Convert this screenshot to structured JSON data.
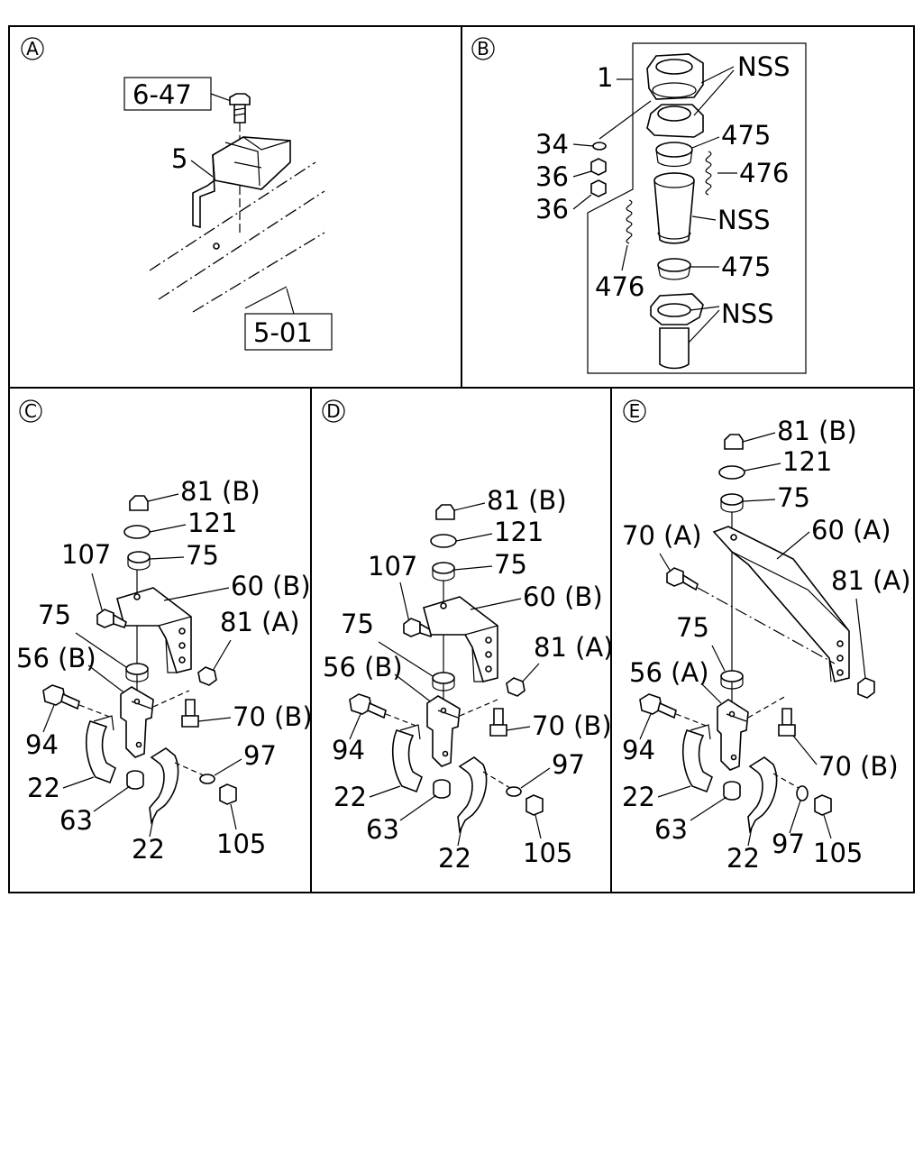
{
  "panels": {
    "a": {
      "marker": "A",
      "refs": {
        "top": "6-47",
        "bottom": "5-01"
      },
      "callouts": {
        "bracket": "5"
      }
    },
    "b": {
      "marker": "B",
      "callouts": {
        "assembly": "1",
        "washer": "34",
        "nut_upper": "36",
        "nut_lower": "36",
        "nss_top": "NSS",
        "ring_upper": "475",
        "spring_right": "476",
        "nss_mid": "NSS",
        "ring_lower": "475",
        "spring_left": "476",
        "nss_bottom": "NSS"
      }
    },
    "c": {
      "marker": "C",
      "callouts": {
        "nut_top": "81 (B)",
        "washer_121": "121",
        "washer_75_top": "75",
        "bolt_107": "107",
        "bracket": "60 (B)",
        "washer_75": "75",
        "nut_side": "81 (A)",
        "clamp": "56 (B)",
        "bolt_70": "70 (B)",
        "bolt_94": "94",
        "washer_97": "97",
        "clip_left": "22",
        "spacer_63": "63",
        "nut_105": "105",
        "clip_bottom": "22"
      }
    },
    "d": {
      "marker": "D",
      "callouts": {
        "nut_top": "81 (B)",
        "washer_121": "121",
        "bolt_107": "107",
        "washer_75_top": "75",
        "bracket": "60 (B)",
        "washer_75": "75",
        "nut_side": "81 (A)",
        "clamp": "56 (B)",
        "bolt_70": "70 (B)",
        "bolt_94": "94",
        "washer_97": "97",
        "clip_left": "22",
        "spacer_63": "63",
        "nut_105": "105",
        "clip_bottom": "22"
      }
    },
    "e": {
      "marker": "E",
      "callouts": {
        "nut_top": "81 (B)",
        "washer_121": "121",
        "washer_75_top": "75",
        "bolt_70a": "70 (A)",
        "bracket": "60 (A)",
        "nut_side": "81 (A)",
        "washer_75": "75",
        "clamp": "56 (A)",
        "bolt_94": "94",
        "bolt_70b": "70 (B)",
        "clip_left": "22",
        "spacer_63": "63",
        "clip_bottom": "22",
        "washer_97": "97",
        "nut_105": "105"
      }
    }
  }
}
